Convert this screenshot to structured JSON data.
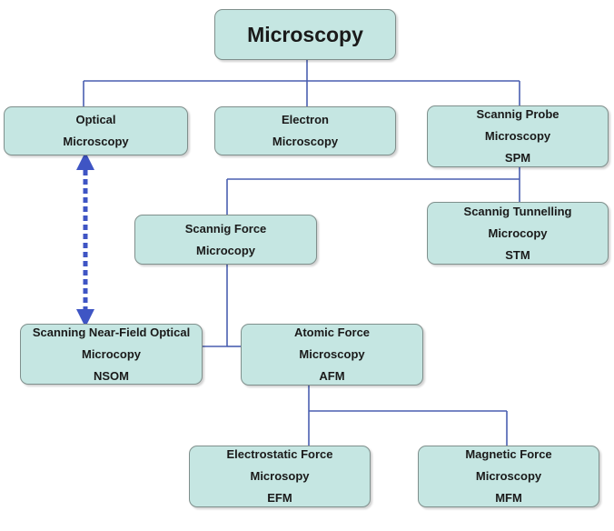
{
  "nodes": {
    "root": {
      "lines": [
        "Microscopy"
      ]
    },
    "optical": {
      "lines": [
        "Optical",
        "Microscopy"
      ]
    },
    "electron": {
      "lines": [
        "Electron",
        "Microscopy"
      ]
    },
    "spm": {
      "lines": [
        "Scannig Probe",
        "Microscopy",
        "SPM"
      ]
    },
    "sfm": {
      "lines": [
        "Scannig Force",
        "Microcopy"
      ]
    },
    "stm": {
      "lines": [
        "Scannig Tunnelling",
        "Microcopy",
        "STM"
      ]
    },
    "nsom": {
      "lines": [
        "Scanning Near-Field Optical",
        "Microcopy",
        "NSOM"
      ]
    },
    "afm": {
      "lines": [
        "Atomic Force",
        "Microscopy",
        "AFM"
      ]
    },
    "efm": {
      "lines": [
        "Electrostatic Force",
        "Microsopy",
        "EFM"
      ]
    },
    "mfm": {
      "lines": [
        "Magnetic Force",
        "Microscopy",
        "MFM"
      ]
    }
  },
  "colors": {
    "node_fill": "#c5e6e2",
    "node_border": "#7f8f8c",
    "connector": "#4a5fb0",
    "dashed_arrow": "#3f55c4"
  }
}
